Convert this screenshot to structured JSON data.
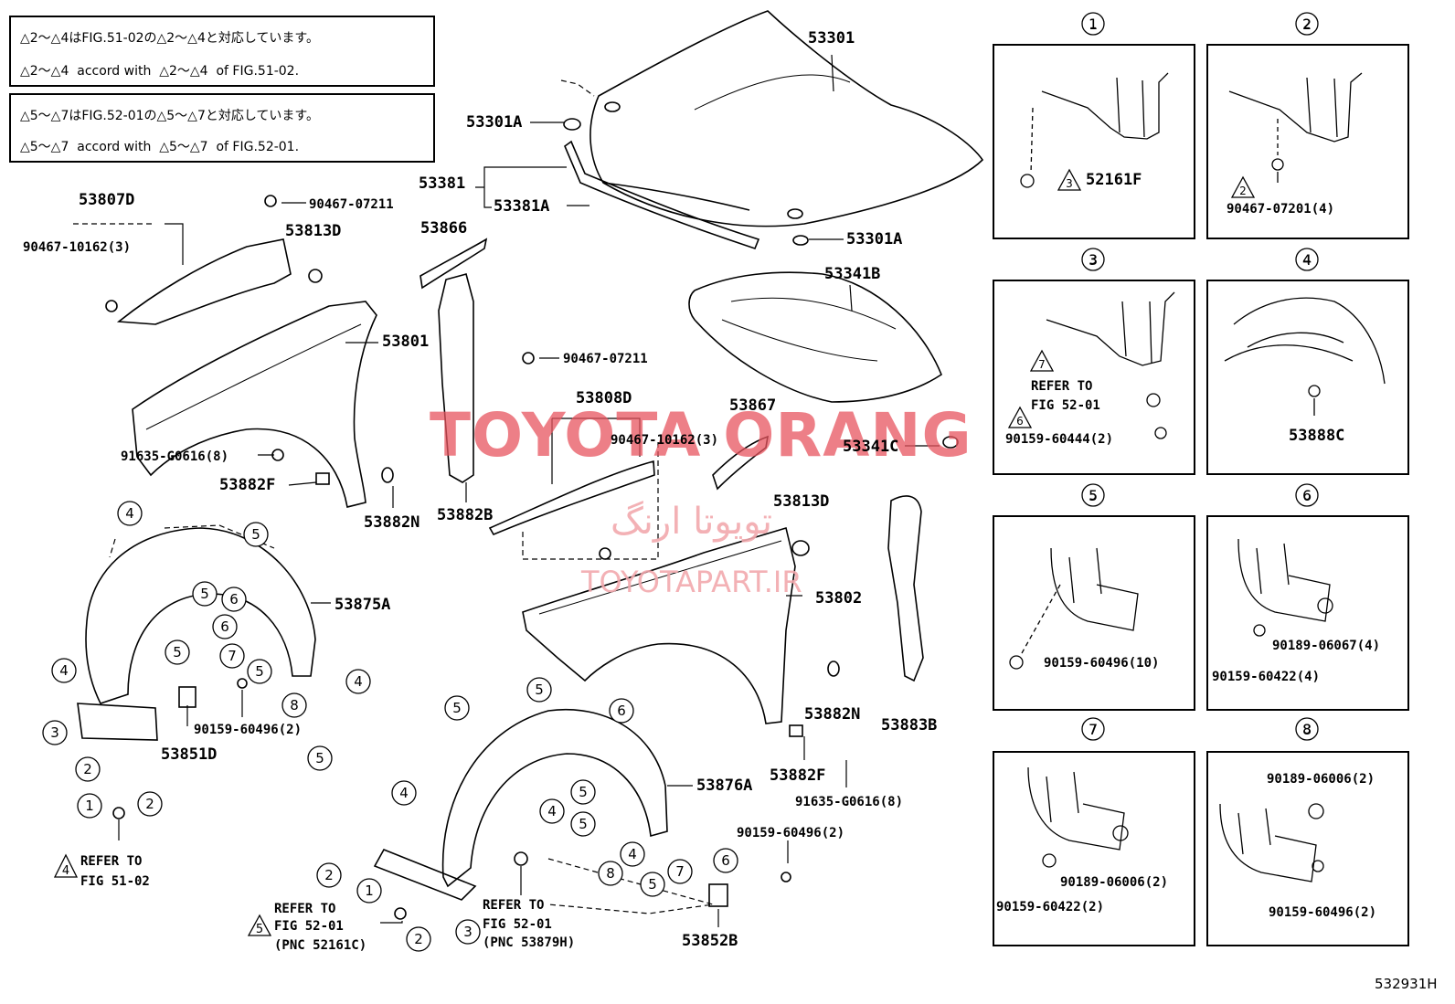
{
  "notes": [
    {
      "line1": "△2〜△4はFIG.51-02の△2〜△4と対応しています。",
      "line2": "△2〜△4  accord with  △2〜△4  of FIG.51-02."
    },
    {
      "line1": "△5〜△7はFIG.52-01の△5〜△7と対応しています。",
      "line2": "△5〜△7  accord with  △5〜△7  of FIG.52-01."
    }
  ],
  "main_labels": {
    "p53301": "53301",
    "p53301a_1": "53301A",
    "p53301a_2": "53301A",
    "p53381": "53381",
    "p53381a": "53381A",
    "p53807d": "53807D",
    "p90467_10162_a": "90467-10162(3)",
    "p90467_07211_a": "90467-07211",
    "p53813d_a": "53813D",
    "p53866": "53866",
    "p53341b": "53341B",
    "p53801": "53801",
    "p90467_07211_b": "90467-07211",
    "p53808d": "53808D",
    "p53867": "53867",
    "p90467_10162_b": "90467-10162(3)",
    "p53341c": "53341C",
    "p91635_a": "91635-G0616(8)",
    "p53882f_a": "53882F",
    "p53882n_a": "53882N",
    "p53882b": "53882B",
    "p53813d_b": "53813D",
    "p53875a": "53875A",
    "p53802": "53802",
    "p53851d": "53851D",
    "p90159_60496_a": "90159-60496(2)",
    "p53882n_b": "53882N",
    "p53883b": "53883B",
    "p53882f_b": "53882F",
    "p91635_b": "91635-G0616(8)",
    "p53876a": "53876A",
    "p90159_60496_b": "90159-60496(2)",
    "p53852b": "53852B",
    "refer1": "REFER TO",
    "refer1b": "FIG 51-02",
    "refer2": "REFER TO",
    "refer2b": "FIG 52-01",
    "refer2c": "(PNC 52161C)",
    "refer3": "REFER TO",
    "refer3b": "FIG 52-01",
    "refer3c": "(PNC 53879H)"
  },
  "circled_numbers": [
    "1",
    "2",
    "3",
    "4",
    "5",
    "6",
    "7",
    "8"
  ],
  "triangle_numbers": [
    "2",
    "3",
    "4",
    "5",
    "6",
    "7"
  ],
  "panels": [
    {
      "num": "1",
      "labels": [
        "52161F"
      ]
    },
    {
      "num": "2",
      "labels": [
        "90467-07201(4)"
      ]
    },
    {
      "num": "3",
      "labels": [
        "REFER TO",
        "FIG 52-01",
        "90159-60444(2)"
      ]
    },
    {
      "num": "4",
      "labels": [
        "53888C"
      ]
    },
    {
      "num": "5",
      "labels": [
        "90159-60496(10)"
      ]
    },
    {
      "num": "6",
      "labels": [
        "90189-06067(4)",
        "90159-60422(4)"
      ]
    },
    {
      "num": "7",
      "labels": [
        "90189-06006(2)",
        "90159-60422(2)"
      ]
    },
    {
      "num": "8",
      "labels": [
        "90189-06006(2)",
        "90159-60496(2)"
      ]
    }
  ],
  "watermark": {
    "main": "TOYOTA ORANG",
    "persian": "تویوتا ارنگ",
    "site": "TOYOTAPART.IR"
  },
  "figure_id": "532931H",
  "colors": {
    "line": "#000000",
    "watermark": "#e8555f",
    "watermark_light": "#f2a9ae"
  }
}
